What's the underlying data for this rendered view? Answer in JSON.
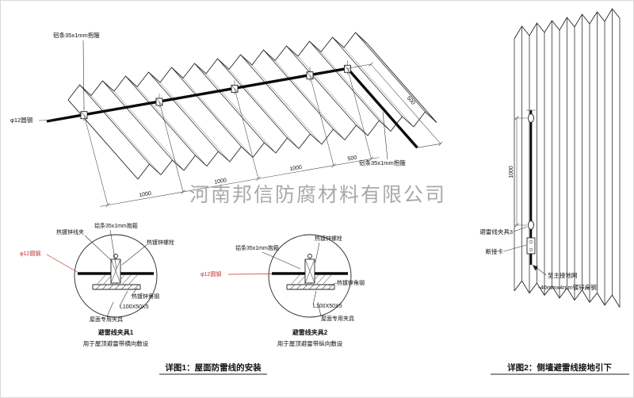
{
  "watermark": "河南邦信防腐材料有限公司",
  "roof": {
    "strip_label_top": "铝条35x1mm抱箍",
    "strip_label_right": "铝条35x1mm抱箍",
    "rod_label": "φ12圆钢",
    "dims": {
      "d1": "1000",
      "d2": "1000",
      "d3": "1000",
      "d4": "500",
      "d_right": "500"
    }
  },
  "detail1": {
    "labels": {
      "wire_clamp": "热镀锌线夹",
      "strip": "铝条35x1mm抱箍",
      "bolt": "热镀锌螺栓",
      "rod": "φ12圆钢",
      "angle": "热镀锌角钢",
      "angle_size": "L100X50X5",
      "fixture": "屋面专用夹具"
    },
    "title": "避雷线夹具1",
    "subtitle": "用于屋顶避雷带横向敷设"
  },
  "detail2": {
    "labels": {
      "strip": "铝条35x1mm抱箍",
      "bolt": "热镀锌螺栓",
      "rod": "φ12圆钢",
      "angle": "热镀锌角钢",
      "angle_size": "L100X50X5",
      "fixture": "屋面专用夹具"
    },
    "title": "避雷线夹具2",
    "subtitle": "用于屋顶避雷带纵向敷设"
  },
  "wall": {
    "dim": "1000",
    "labels": {
      "clamp3": "避雷线夹具3",
      "disconnect": "断接卡",
      "to_ground": "至主接地网",
      "flat_steel": "-40mmx4mm镀锌扁钢"
    }
  },
  "captions": {
    "detail1": "详图1：屋面防雷线的安装",
    "detail2": "详图2：侧墙避雷线接地引下"
  },
  "colors": {
    "accent_red": "#c23030",
    "line": "#222222",
    "watermark_gray": "#9b9b9b"
  }
}
